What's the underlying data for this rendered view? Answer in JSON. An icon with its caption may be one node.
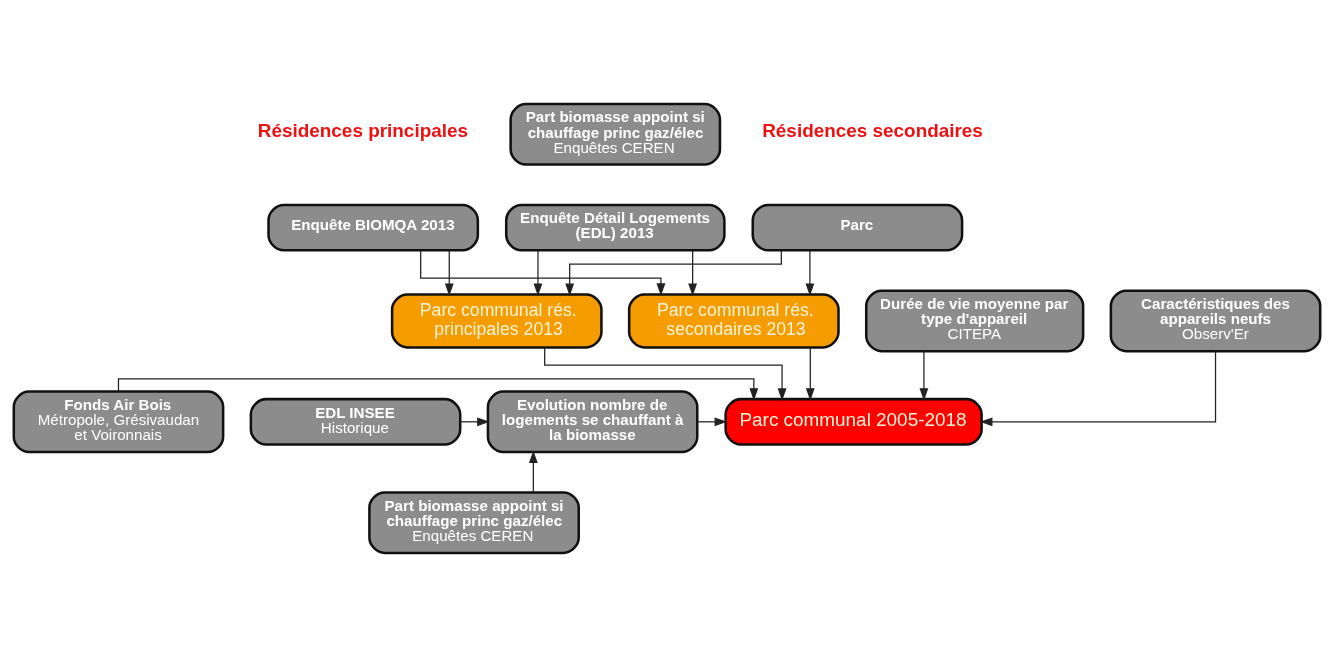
{
  "diagram": {
    "nodes": [
      {
        "text": [
          "Part biomasse appoint si chauffage princ gaz/élec",
          "Enquêtes CEREN"
        ]
      },
      {
        "text": [
          "Enquête BIOMQA 2013"
        ]
      },
      {
        "text": [
          "Enquête Détail Logements (EDL) 2013"
        ]
      },
      {
        "text": [
          "Parc"
        ]
      },
      {
        "text": [
          "Parc communal rés. principales 2013"
        ]
      },
      {
        "text": [
          "Parc communal rés. secondaires 2013"
        ]
      },
      {
        "text": [
          "Durée de vie moyenne par type d'appareil",
          "CITEPA"
        ]
      },
      {
        "text": [
          "Parc communal 2005-2018"
        ]
      },
      {
        "text": [
          "Caractéristiques des appareils neufs",
          "Observ'Er"
        ]
      },
      {
        "text": [
          "Fonds Air Bois",
          "Métropole, Grésivaudan et Voironnais"
        ]
      },
      {
        "text": [
          "EDL INSEE",
          "Historique"
        ]
      },
      {
        "text": [
          "Part biomasse appoint si chauffage princ gaz/élec",
          "Enquêtes CEREN"
        ]
      },
      {
        "text": [
          "Evolution nombre de logements se chauffant à la biomasse"
        ]
      }
    ],
    "edges": [
      {
        "from": 1,
        "to": 4,
        "arrow": "to"
      },
      {
        "from": 1,
        "to": 5,
        "arrow": "to"
      },
      {
        "from": 2,
        "to": 4,
        "arrow": "to"
      },
      {
        "from": 2,
        "to": 5,
        "arrow": "to"
      },
      {
        "from": 3,
        "to": 4,
        "arrow": "to"
      },
      {
        "from": 3,
        "to": 5,
        "arrow": "to"
      },
      {
        "from": 4,
        "to": 7,
        "arrow": "to"
      },
      {
        "from": 5,
        "to": 7,
        "arrow": "to"
      },
      {
        "from": 6,
        "to": 7,
        "arrow": "to"
      },
      {
        "from": 12,
        "to": 7,
        "arrow": "to"
      },
      {
        "from": 8,
        "to": 7,
        "arrow": "to"
      },
      {
        "from": 9,
        "to": 7,
        "arrow": "to"
      },
      {
        "from": 10,
        "to": 12,
        "arrow": "to"
      },
      {
        "from": 11,
        "to": 12,
        "arrow": "to"
      }
    ],
    "labels": [
      "Résidences principales",
      "Résidences secondaires"
    ]
  }
}
